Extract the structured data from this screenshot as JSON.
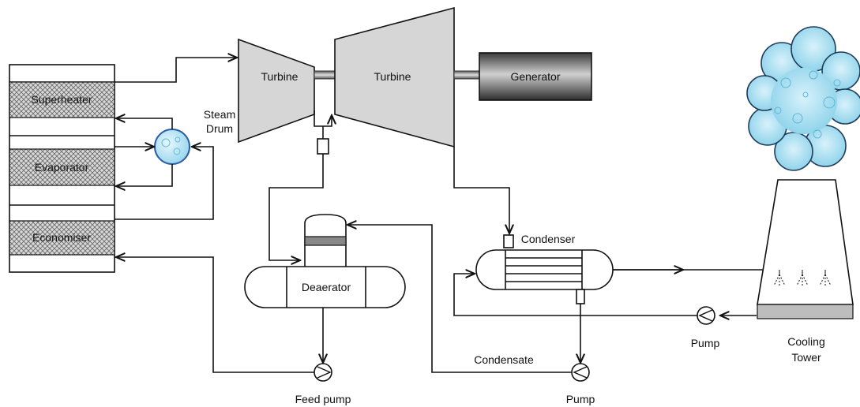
{
  "labels": {
    "superheater": "Superheater",
    "evaporator": "Evaporator",
    "economiser": "Economiser",
    "steam_drum_line1": "Steam",
    "steam_drum_line2": "Drum",
    "turbine_hp": "Turbine",
    "turbine_lp": "Turbine",
    "generator": "Generator",
    "deaerator": "Deaerator",
    "condenser": "Condenser",
    "condensate": "Condensate",
    "feed_pump": "Feed pump",
    "pump_condensate": "Pump",
    "pump_cooling": "Pump",
    "cooling_tower_line1": "Cooling",
    "cooling_tower_line2": "Tower"
  }
}
